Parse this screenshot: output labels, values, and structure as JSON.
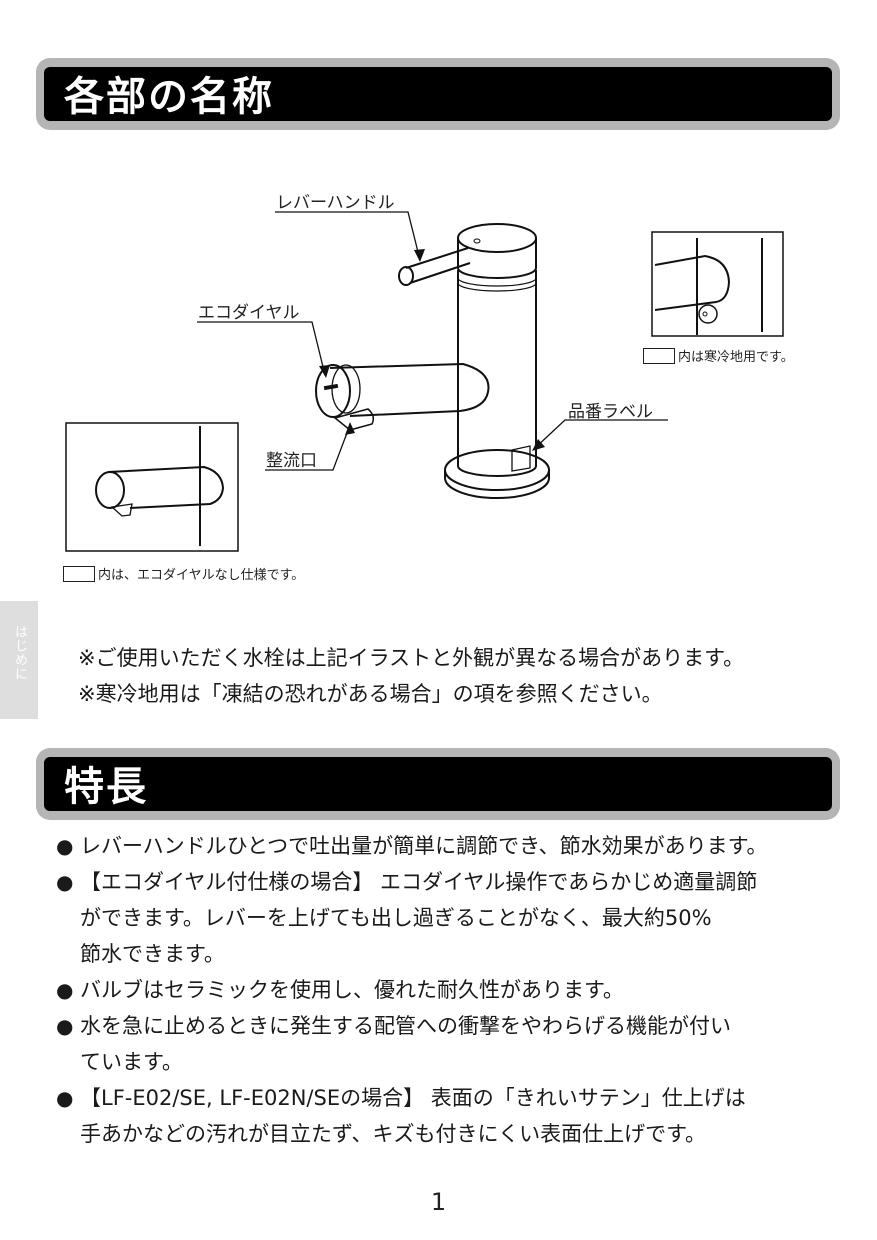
{
  "sections": {
    "parts": {
      "title": "各部の名称"
    },
    "features": {
      "title": "特長"
    }
  },
  "diagram": {
    "labels": {
      "lever_handle": "レバーハンドル",
      "eco_dial": "エコダイヤル",
      "aerator": "整流口",
      "product_label": "品番ラベル"
    },
    "inset_cold": {
      "caption": "内は寒冷地用です。"
    },
    "inset_no_eco": {
      "caption": "内は、エコダイヤルなし仕様です。"
    }
  },
  "side_tab": {
    "label": "はじめに"
  },
  "notes": [
    "※ご使用いただく水栓は上記イラストと外観が異なる場合があります。",
    "※寒冷地用は「凍結の恐れがある場合」の項を参照ください。"
  ],
  "features": [
    {
      "bullet": "●",
      "lines": [
        "レバーハンドルひとつで吐出量が簡単に調節でき、節水効果があります。"
      ]
    },
    {
      "bullet": "●",
      "lines": [
        "【エコダイヤル付仕様の場合】 エコダイヤル操作であらかじめ適量調節",
        "ができます。レバーを上げても出し過ぎることがなく、最大約50%",
        "節水できます。"
      ]
    },
    {
      "bullet": "●",
      "lines": [
        "バルブはセラミックを使用し、優れた耐久性があります。"
      ]
    },
    {
      "bullet": "●",
      "lines": [
        "水を急に止めるときに発生する配管への衝撃をやわらげる機能が付い",
        "ています。"
      ]
    },
    {
      "bullet": "●",
      "lines": [
        "【LF-E02/SE, LF-E02N/SEの場合】 表面の「きれいサテン」仕上げは",
        "手あかなどの汚れが目立たず、キズも付きにくい表面仕上げです。"
      ]
    }
  ],
  "page_number": "1",
  "colors": {
    "header_frame": "#b5b5b5",
    "header_bg": "#000000",
    "side_tab": "#dedede"
  }
}
